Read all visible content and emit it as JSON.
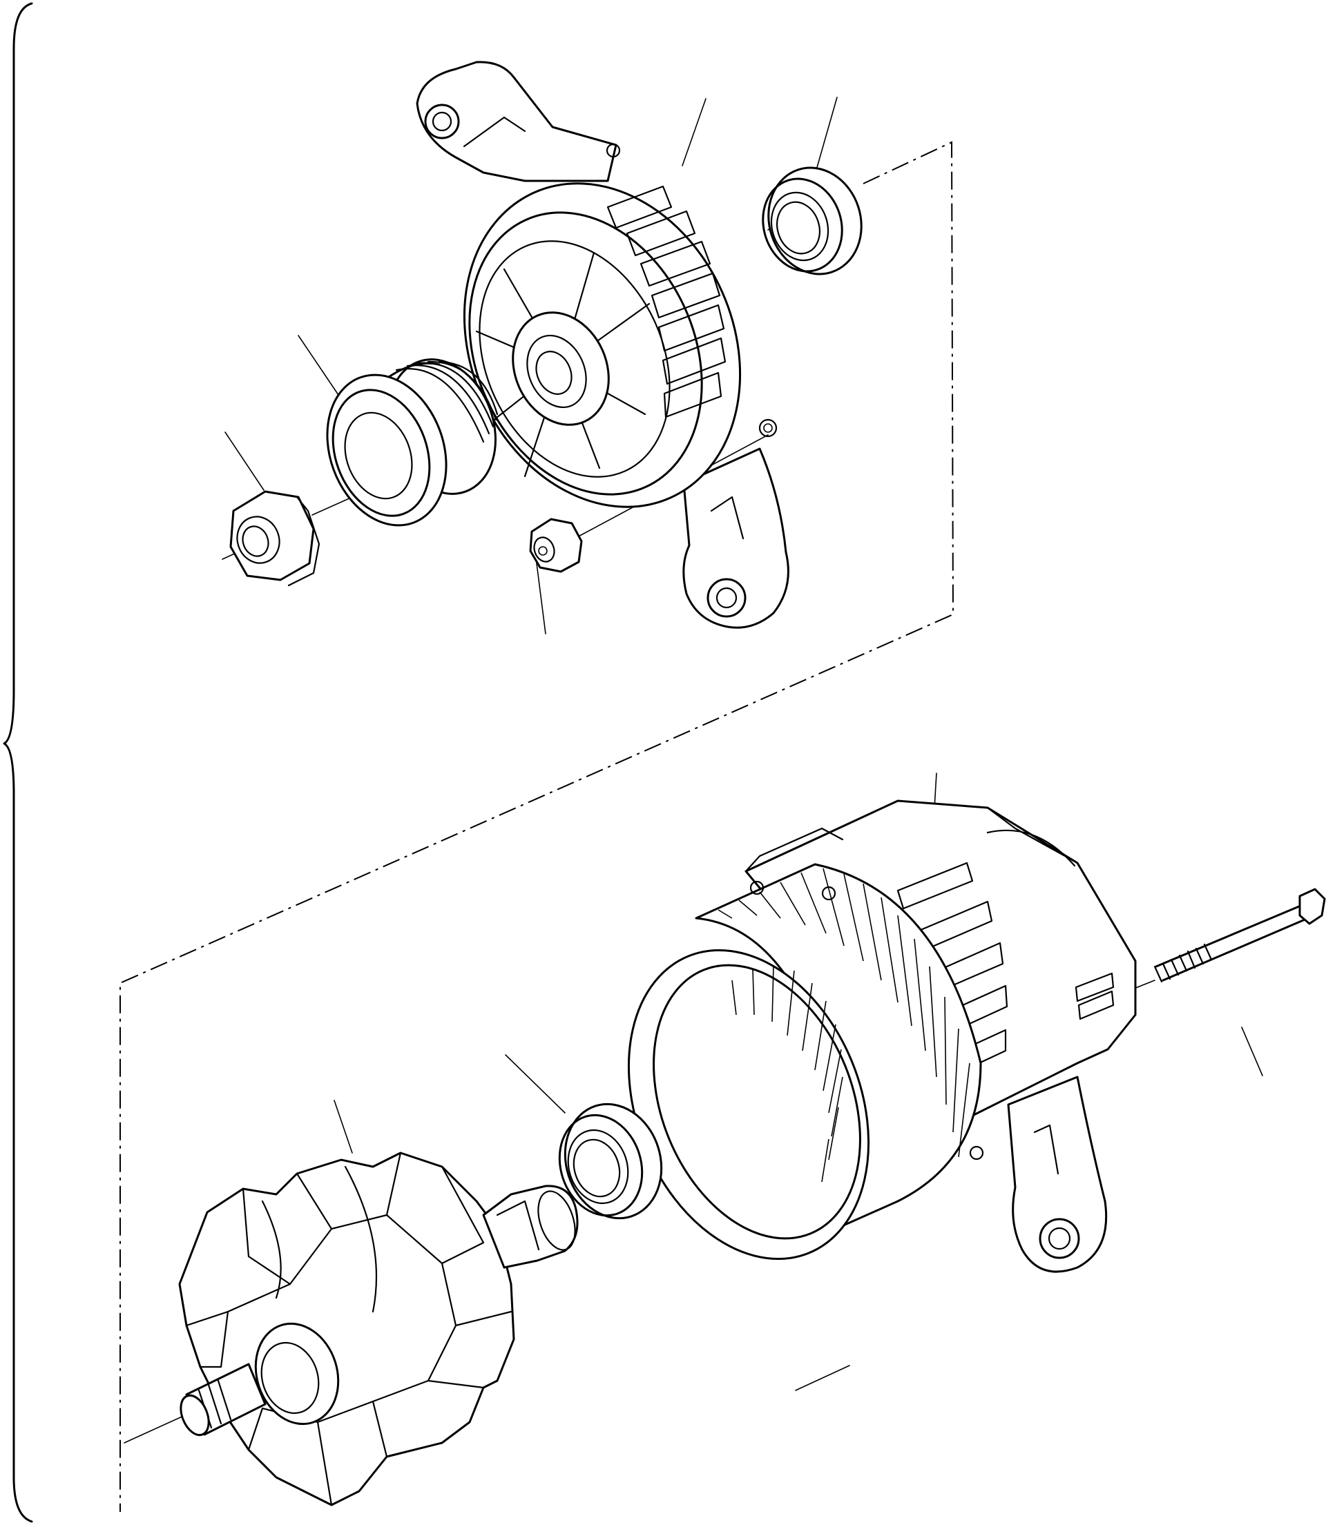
{
  "diagram": {
    "kind": "exploded-view",
    "subject": "alternator",
    "background": "#ffffff",
    "line_color": "#000000",
    "parts": [
      {
        "id": "front-housing"
      },
      {
        "id": "front-bearing"
      },
      {
        "id": "pulley"
      },
      {
        "id": "pulley-nut"
      },
      {
        "id": "bracket-nut"
      },
      {
        "id": "stator-rear-housing"
      },
      {
        "id": "rear-bearing"
      },
      {
        "id": "rotor"
      },
      {
        "id": "through-bolt"
      }
    ],
    "callouts_printed": []
  }
}
